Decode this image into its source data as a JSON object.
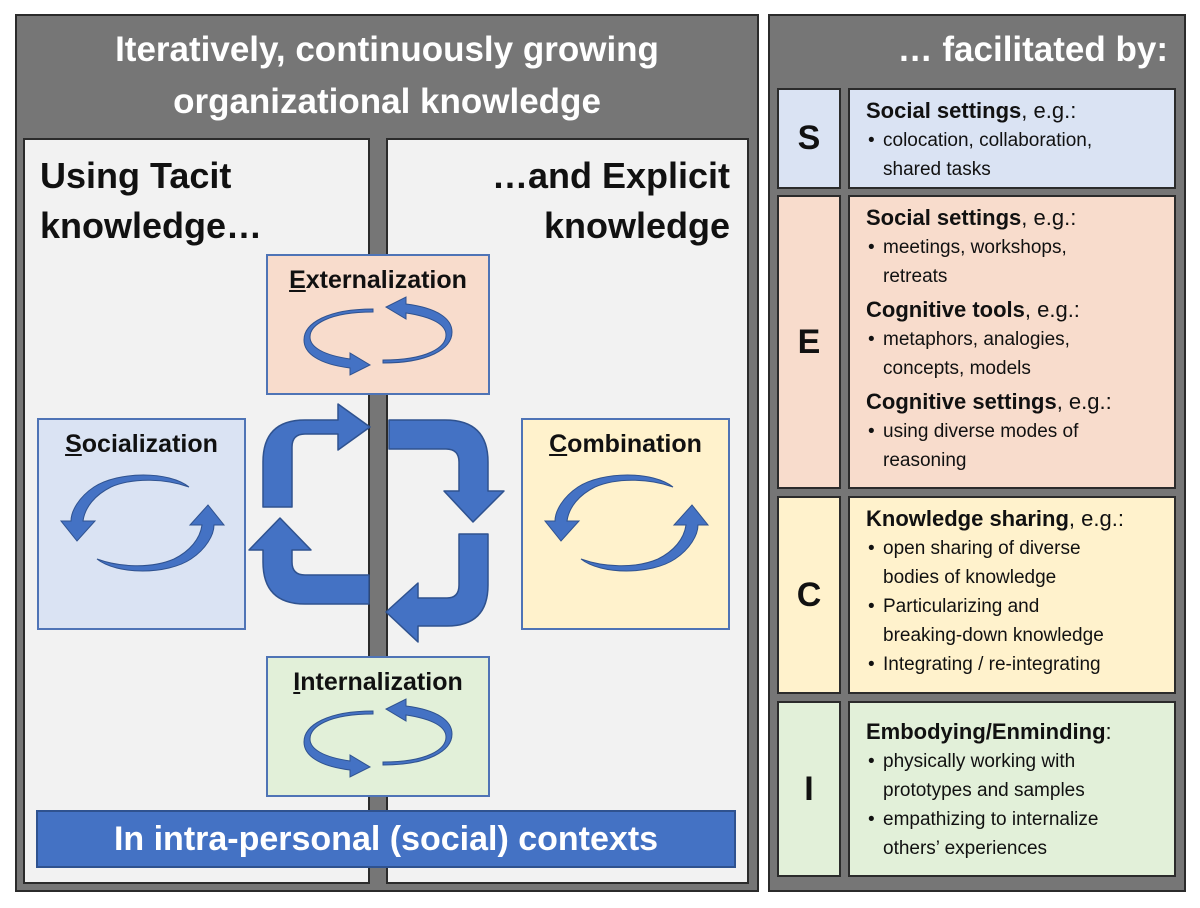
{
  "left": {
    "title_line1": "Iteratively, continuously growing",
    "title_line2": "organizational knowledge",
    "tacit_line1": "Using Tacit",
    "tacit_line2": "knowledge…",
    "explicit_line1": "…and Explicit",
    "explicit_line2": "knowledge",
    "modes": {
      "externalization": {
        "initial": "E",
        "rest": "xternalization"
      },
      "socialization": {
        "initial": "S",
        "rest": "ocialization"
      },
      "combination": {
        "initial": "C",
        "rest": "ombination"
      },
      "internalization": {
        "initial": "I",
        "rest": "nternalization"
      }
    },
    "bottom_label": "In intra-personal (social) contexts"
  },
  "right": {
    "title": "… facilitated by:",
    "rows": [
      {
        "letter": "S",
        "groups": [
          {
            "head": "Social settings",
            "tail": ", e.g.:",
            "bullets": [
              "colocation, collaboration,",
              "shared tasks"
            ]
          }
        ]
      },
      {
        "letter": "E",
        "groups": [
          {
            "head": "Social settings",
            "tail": ", e.g.:",
            "bullets": [
              "meetings, workshops,",
              "retreats"
            ]
          },
          {
            "head": "Cognitive tools",
            "tail": ", e.g.:",
            "bullets": [
              "metaphors, analogies,",
              "concepts, models"
            ]
          },
          {
            "head": "Cognitive settings",
            "tail": ", e.g.:",
            "bullets": [
              "using diverse modes of",
              "reasoning"
            ]
          }
        ]
      },
      {
        "letter": "C",
        "groups": [
          {
            "head": "Knowledge sharing",
            "tail": ", e.g.:",
            "bullets": [
              "open sharing of diverse",
              "bodies of knowledge",
              "Particularizing and",
              "breaking-down knowledge",
              "Integrating / re-integrating"
            ]
          }
        ]
      },
      {
        "letter": "I",
        "groups": [
          {
            "head": "Embodying/Enminding",
            "tail": ":",
            "bullets": [
              "physically working with",
              "prototypes and samples",
              "empathizing to internalize",
              "others’ experiences"
            ]
          }
        ]
      }
    ]
  },
  "colors": {
    "panel_gray": "#767676",
    "inner_gray": "#f2f2f2",
    "arrow_blue": "#4472c4",
    "socialization_bg": "#dae3f3",
    "externalization_bg": "#f8dccc",
    "combination_bg": "#fff2cc",
    "internalization_bg": "#e2f0d9"
  },
  "icons": [
    "cycle-arrows-icon",
    "clockwise-arrow-icon"
  ]
}
